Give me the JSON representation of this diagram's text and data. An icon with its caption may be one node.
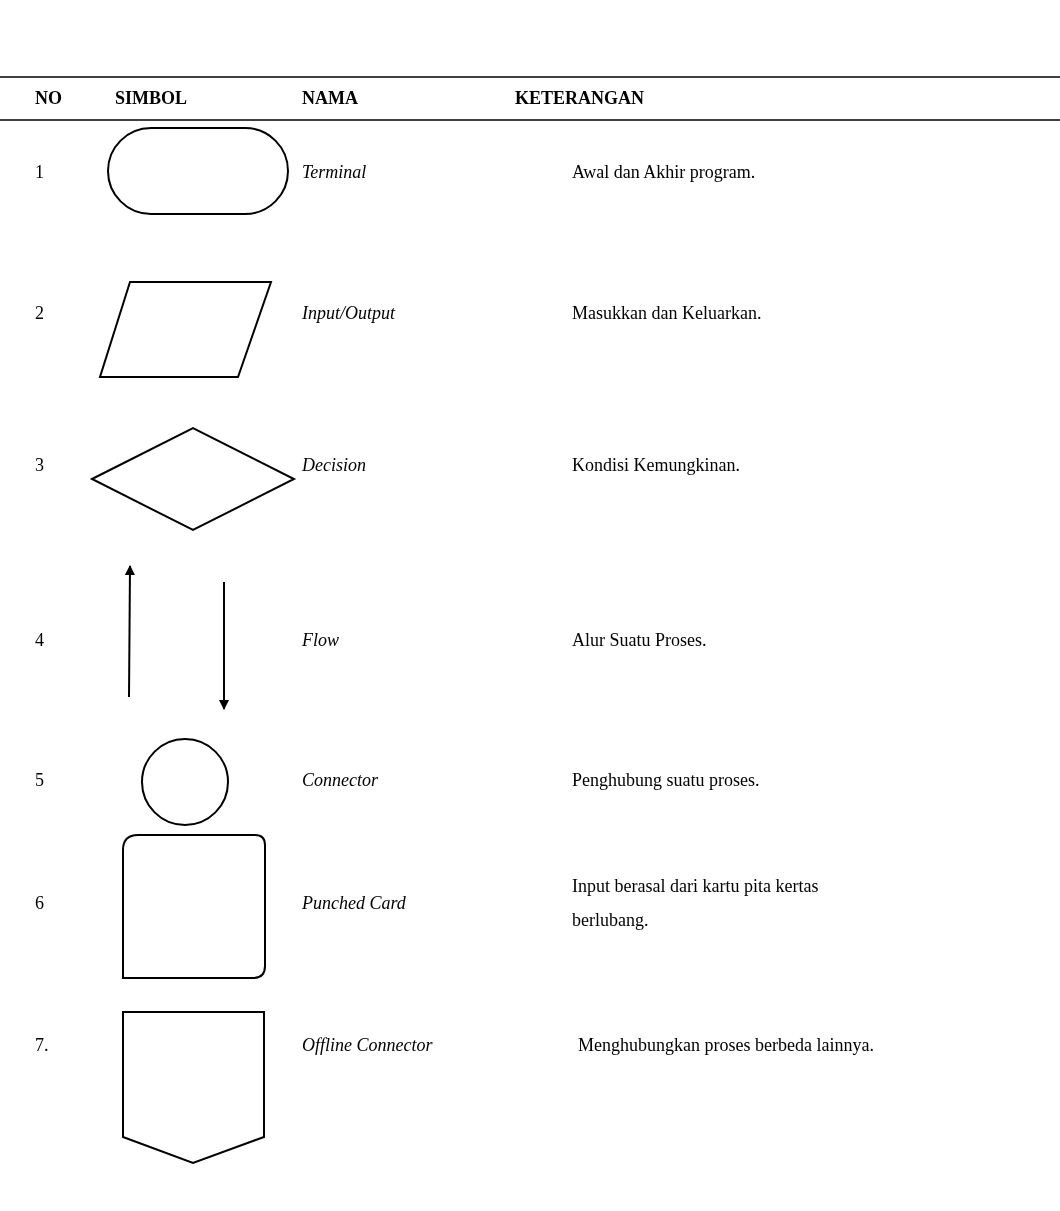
{
  "diagram": {
    "nodes": [
      {
        "text": [],
        "shape": "terminal"
      },
      {
        "text": [],
        "shape": "parallelogram"
      },
      {
        "text": [],
        "shape": "diamond"
      },
      {
        "text": [],
        "shape": "circle"
      },
      {
        "text": [],
        "shape": "card"
      },
      {
        "text": [],
        "shape": "pentagon"
      }
    ],
    "labels": [
      "NO",
      "SIMBOL",
      "NAMA",
      "KETERANGAN",
      "1",
      "Terminal",
      "Awal dan Akhir program.",
      "2",
      "Input/Output",
      "Masukkan dan Keluarkan.",
      "3",
      "Decision",
      "Kondisi Kemungkinan.",
      "4",
      "Flow",
      "Alur Suatu Proses.",
      "5",
      "Connector",
      "Penghubung suatu proses.",
      "6",
      "Punched Card",
      "Input berasal dari kartu pita kertas berlubang.",
      "7.",
      "Offline Connector",
      "Menghubungkan proses berbeda lainnya."
    ]
  }
}
